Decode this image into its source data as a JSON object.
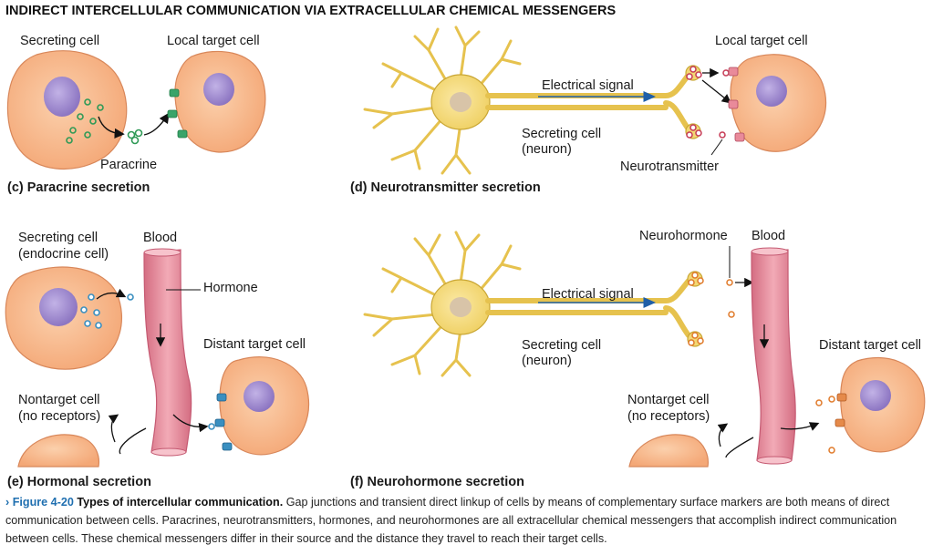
{
  "title": "INDIRECT INTERCELLULAR COMMUNICATION VIA EXTRACELLULAR CHEMICAL MESSENGERS",
  "panel_c": {
    "secreting_cell": "Secreting cell",
    "local_target_cell": "Local target cell",
    "paracrine": "Paracrine",
    "caption": "(c)  Paracrine secretion"
  },
  "panel_d": {
    "local_target_cell": "Local target cell",
    "electrical_signal": "Electrical signal",
    "secreting_cell_1": "Secreting cell",
    "secreting_cell_2": "(neuron)",
    "neurotransmitter": "Neurotransmitter",
    "caption": "(d)  Neurotransmitter secretion"
  },
  "panel_e": {
    "secreting_cell_1": "Secreting cell",
    "secreting_cell_2": "(endocrine cell)",
    "blood": "Blood",
    "hormone": "Hormone",
    "distant_target_cell": "Distant target cell",
    "nontarget_1": "Nontarget cell",
    "nontarget_2": "(no receptors)",
    "caption": "(e)  Hormonal secretion"
  },
  "panel_f": {
    "neurohormone": "Neurohormone",
    "blood": "Blood",
    "electrical_signal": "Electrical signal",
    "secreting_cell_1": "Secreting cell",
    "secreting_cell_2": "(neuron)",
    "distant_target_cell": "Distant target cell",
    "nontarget_1": "Nontarget cell",
    "nontarget_2": "(no receptors)",
    "caption": "(f)  Neurohormone secretion"
  },
  "figure_caption": {
    "marker": "›",
    "figure_label": "Figure 4-20",
    "figure_title": "Types of intercellular communication.",
    "body": "Gap junctions and transient direct linkup of cells by means of complementary surface markers are both means of direct communication between cells. Paracrines, neurotransmitters, hormones, and neurohormones are all extracellular chemical messengers that accomplish indirect communication between cells. These chemical messengers differ in their source and the distance they travel to reach their target cells."
  },
  "colors": {
    "cell_fill": "#f7b98c",
    "cell_stroke": "#d8875a",
    "nucleus": "#a08ccc",
    "neuron": "#f2d873",
    "neuron_stroke": "#c9a634",
    "blood_vessel": "#e58b9c",
    "paracrine_dot": "#2f9a56",
    "neurotransmitter_dot": "#c63a55",
    "hormone_dot": "#3a8fc0",
    "neurohormone_dot": "#e07a2a",
    "signal_arrow": "#1f5fa8"
  },
  "icons": [
    "secreting-cell-icon",
    "target-cell-icon",
    "neuron-icon",
    "blood-vessel-icon",
    "receptor-icon",
    "messenger-dot-icon"
  ]
}
